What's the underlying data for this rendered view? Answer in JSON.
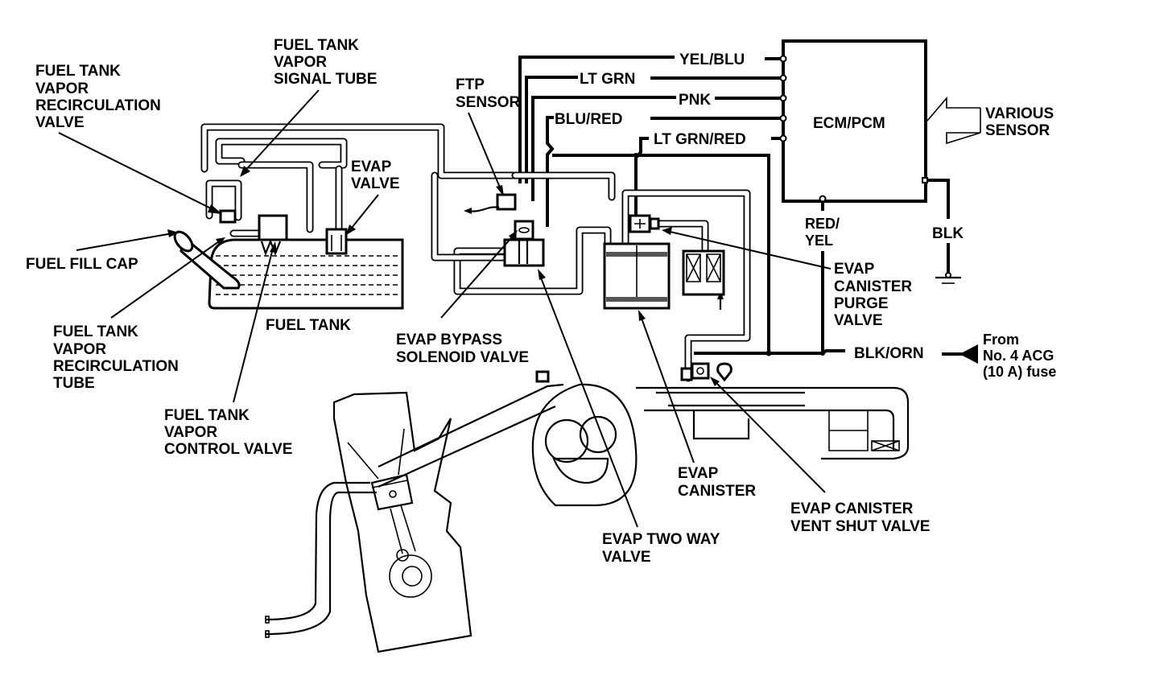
{
  "diagram": {
    "title": "EVAP system diagram",
    "ecm": {
      "label": "ECM/PCM"
    },
    "input_arrow": {
      "label_lines": [
        "VARIOUS",
        "SENSOR"
      ]
    },
    "wires": [
      {
        "id": "yel-blu",
        "label": "YEL/BLU"
      },
      {
        "id": "lt-grn",
        "label": "LT GRN"
      },
      {
        "id": "pnk",
        "label": "PNK"
      },
      {
        "id": "blu-red",
        "label": "BLU/RED"
      },
      {
        "id": "lt-grn-red",
        "label": "LT GRN/RED"
      },
      {
        "id": "red-yel",
        "label_lines": [
          "RED/",
          "YEL"
        ]
      },
      {
        "id": "blk",
        "label": "BLK"
      },
      {
        "id": "blk-orn",
        "label": "BLK/ORN"
      }
    ],
    "power_source": {
      "label_lines": [
        "From",
        "No. 4 ACG",
        "(10 A) fuse"
      ]
    },
    "components": [
      {
        "id": "recirc-valve",
        "label_lines": [
          "FUEL TANK",
          "VAPOR",
          "RECIRCULATION",
          "VALVE"
        ]
      },
      {
        "id": "signal-tube",
        "label_lines": [
          "FUEL TANK",
          "VAPOR",
          "SIGNAL TUBE"
        ]
      },
      {
        "id": "evap-valve",
        "label_lines": [
          "EVAP",
          "VALVE"
        ]
      },
      {
        "id": "ftp-sensor",
        "label_lines": [
          "FTP",
          "SENSOR"
        ]
      },
      {
        "id": "fuel-fill-cap",
        "label_lines": [
          "FUEL FILL CAP"
        ]
      },
      {
        "id": "recirc-tube",
        "label_lines": [
          "FUEL TANK",
          "VAPOR",
          "RECIRCULATION",
          "TUBE"
        ]
      },
      {
        "id": "fuel-tank",
        "label_lines": [
          "FUEL TANK"
        ]
      },
      {
        "id": "control-valve",
        "label_lines": [
          "FUEL TANK",
          "VAPOR",
          "CONTROL VALVE"
        ]
      },
      {
        "id": "bypass-solenoid",
        "label_lines": [
          "EVAP BYPASS",
          "SOLENOID VALVE"
        ]
      },
      {
        "id": "two-way-valve",
        "label_lines": [
          "EVAP TWO WAY",
          "VALVE"
        ]
      },
      {
        "id": "canister",
        "label_lines": [
          "EVAP",
          "CANISTER"
        ]
      },
      {
        "id": "purge-valve",
        "label_lines": [
          "EVAP",
          "CANISTER",
          "PURGE",
          "VALVE"
        ]
      },
      {
        "id": "vent-shut-valve",
        "label_lines": [
          "EVAP CANISTER",
          "VENT SHUT VALVE"
        ]
      }
    ]
  }
}
